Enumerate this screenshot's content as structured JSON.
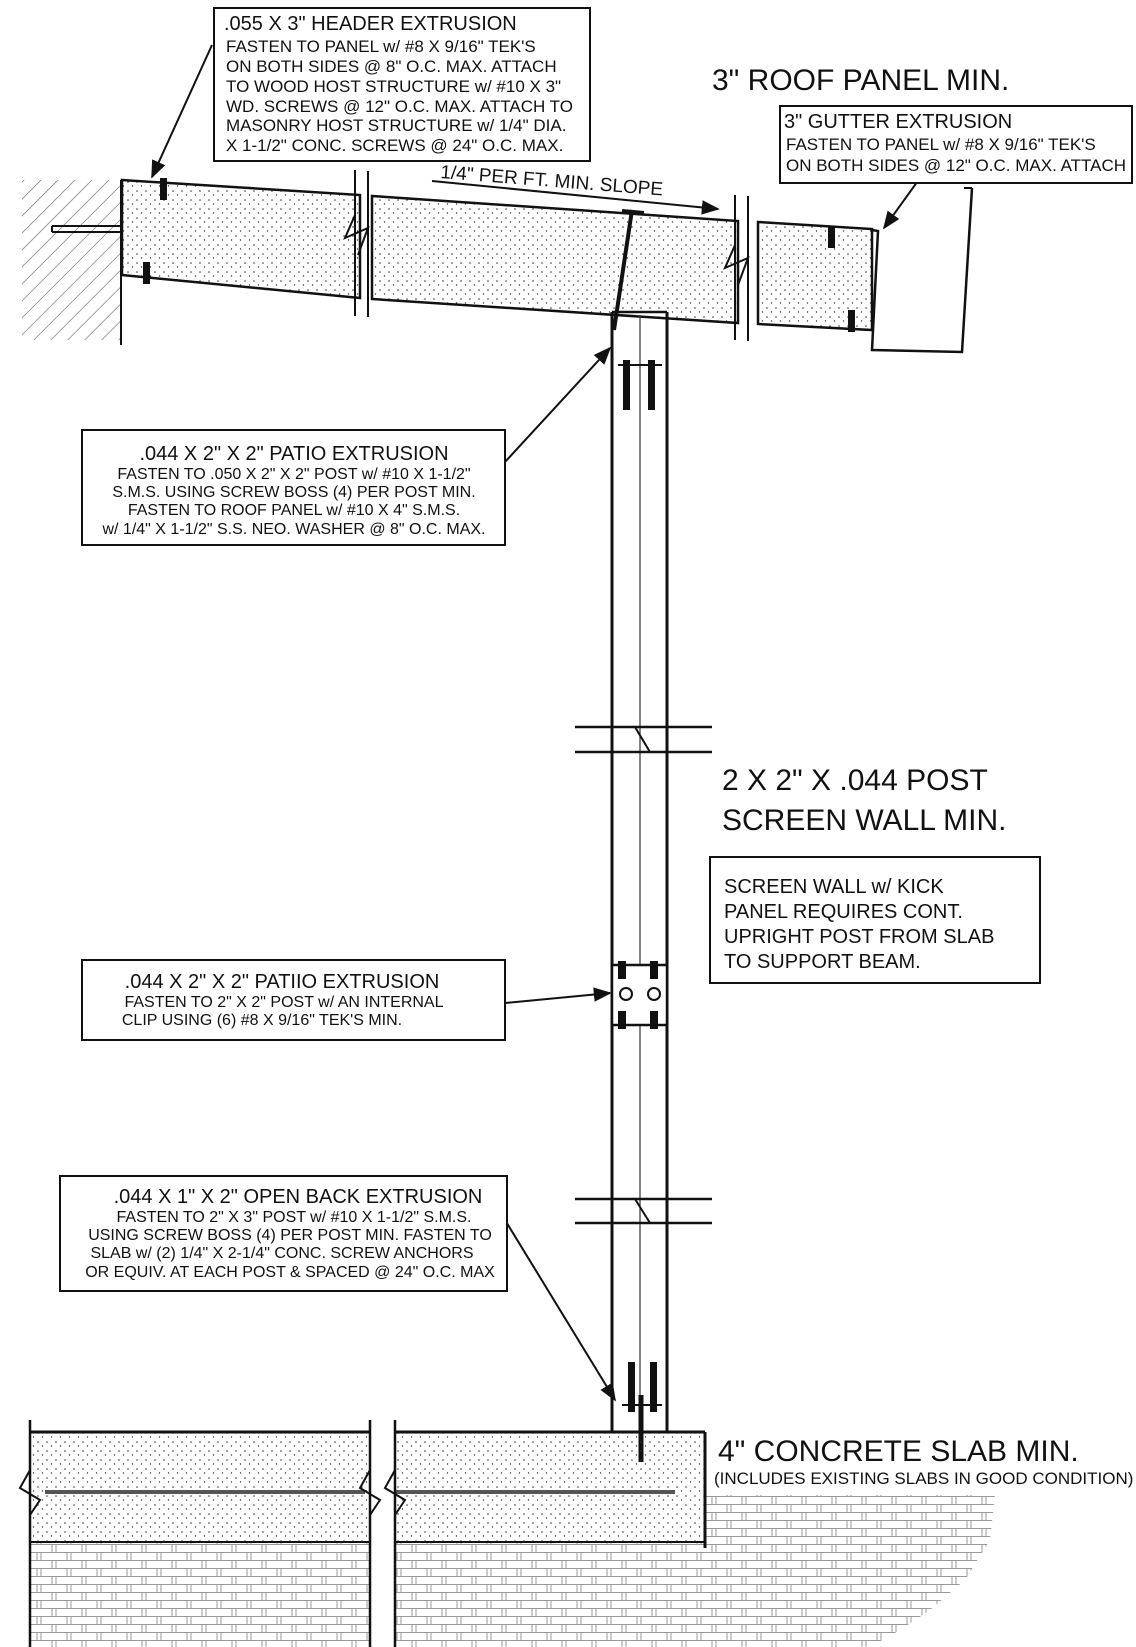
{
  "labels": {
    "roof_panel": "3\"  ROOF PANEL MIN.",
    "post": [
      "2 X 2\" X .044 POST",
      "SCREEN WALL MIN."
    ],
    "slab": "4\" CONCRETE SLAB MIN.",
    "slab_note": "(INCLUDES EXISTING SLABS IN GOOD CONDITION)",
    "slope": "1/4\" PER FT. MIN. SLOPE"
  },
  "callouts": {
    "header": [
      ".055 X 3\" HEADER EXTRUSION",
      "FASTEN TO PANEL w/ #8 X 9/16\" TEK'S",
      "ON BOTH SIDES @ 8\" O.C. MAX. ATTACH",
      "TO WOOD HOST STRUCTURE w/ #10 X 3\"",
      "WD. SCREWS @ 12\" O.C. MAX. ATTACH TO",
      "MASONRY HOST STRUCTURE w/ 1/4\" DIA.",
      "X 1-1/2\" CONC. SCREWS @ 24\" O.C. MAX."
    ],
    "gutter": [
      "3\"  GUTTER EXTRUSION",
      "FASTEN TO PANEL w/ #8 X 9/16\" TEK'S",
      "ON BOTH SIDES @ 12\" O.C. MAX. ATTACH"
    ],
    "patio_top": [
      ".044 X 2\" X 2\" PATIO EXTRUSION",
      "FASTEN TO .050 X 2\" X 2\" POST w/ #10 X 1-1/2\"",
      "S.M.S. USING SCREW BOSS (4) PER POST MIN.",
      "FASTEN TO ROOF PANEL w/ #10 X 4\" S.M.S.",
      "w/ 1/4\" X 1-1/2\" S.S. NEO. WASHER @ 8\" O.C. MAX."
    ],
    "patio_mid": [
      ".044 X 2\" X 2\" PATIIO EXTRUSION",
      "FASTEN TO 2\" X 2\" POST w/ AN INTERNAL",
      "CLIP USING (6) #8 X 9/16\" TEK'S MIN."
    ],
    "open_back": [
      ".044 X 1\" X 2\" OPEN BACK EXTRUSION",
      "FASTEN TO 2\" X 3\" POST w/ #10 X 1-1/2\" S.M.S.",
      "USING SCREW BOSS (4) PER POST MIN. FASTEN TO",
      "SLAB w/ (2) 1/4\" X 2-1/4\" CONC. SCREW ANCHORS",
      "OR EQUIV. AT EACH POST & SPACED @ 24\" O.C. MAX"
    ],
    "screen_wall": [
      "SCREEN WALL w/ KICK",
      "PANEL REQUIRES CONT.",
      "UPRIGHT POST FROM SLAB",
      "TO SUPPORT BEAM."
    ]
  }
}
